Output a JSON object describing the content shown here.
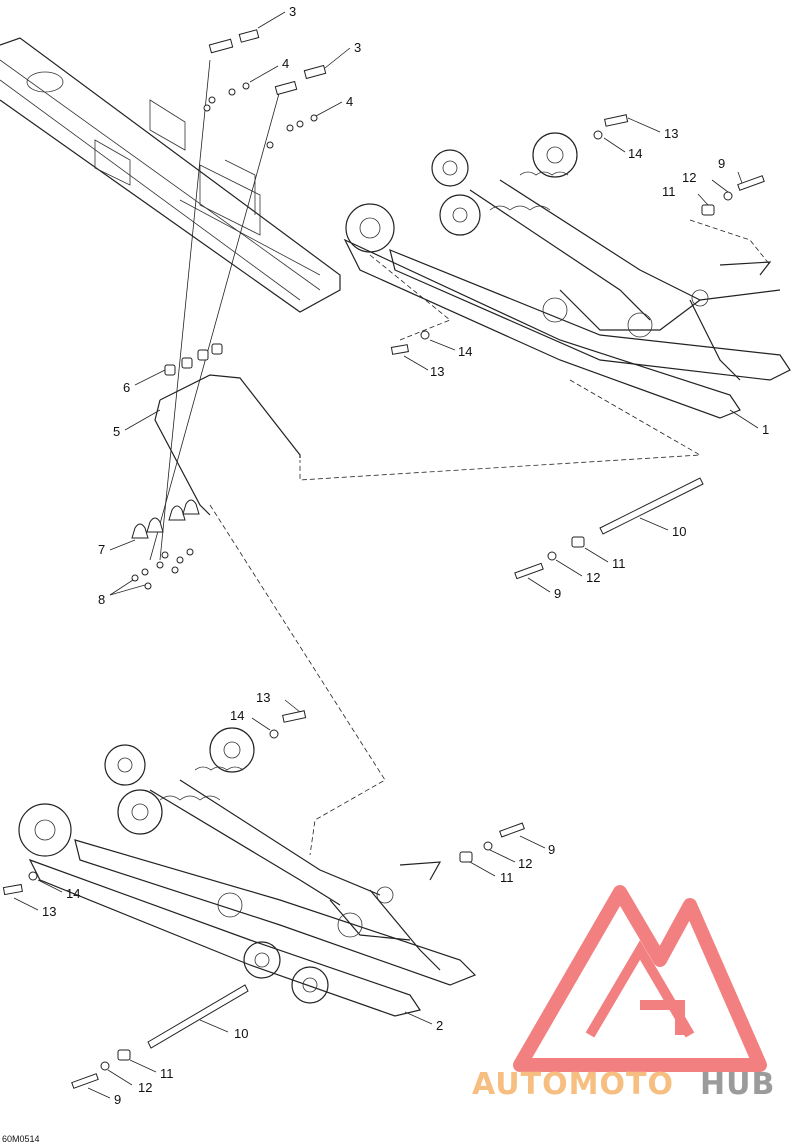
{
  "diagram_code": "60M0514",
  "callouts": [
    {
      "id": "c3a",
      "label": "3"
    },
    {
      "id": "c3b",
      "label": "3"
    },
    {
      "id": "c4a",
      "label": "4"
    },
    {
      "id": "c4b",
      "label": "4"
    },
    {
      "id": "c13a",
      "label": "13"
    },
    {
      "id": "c14a",
      "label": "14"
    },
    {
      "id": "c9a",
      "label": "9"
    },
    {
      "id": "c12a",
      "label": "12"
    },
    {
      "id": "c11a",
      "label": "11"
    },
    {
      "id": "c14b",
      "label": "14"
    },
    {
      "id": "c13b",
      "label": "13"
    },
    {
      "id": "c6",
      "label": "6"
    },
    {
      "id": "c5",
      "label": "5"
    },
    {
      "id": "c1",
      "label": "1"
    },
    {
      "id": "c10a",
      "label": "10"
    },
    {
      "id": "c11b",
      "label": "11"
    },
    {
      "id": "c12b",
      "label": "12"
    },
    {
      "id": "c9b",
      "label": "9"
    },
    {
      "id": "c7",
      "label": "7"
    },
    {
      "id": "c8",
      "label": "8"
    },
    {
      "id": "c13c",
      "label": "13"
    },
    {
      "id": "c14c",
      "label": "14"
    },
    {
      "id": "c9c",
      "label": "9"
    },
    {
      "id": "c12c",
      "label": "12"
    },
    {
      "id": "c11c",
      "label": "11"
    },
    {
      "id": "c14d",
      "label": "14"
    },
    {
      "id": "c13d",
      "label": "13"
    },
    {
      "id": "c2",
      "label": "2"
    },
    {
      "id": "c10b",
      "label": "10"
    },
    {
      "id": "c11d",
      "label": "11"
    },
    {
      "id": "c12d",
      "label": "12"
    },
    {
      "id": "c9d",
      "label": "9"
    }
  ],
  "watermark": {
    "part1": "AUTOMOTO",
    "part2": "HUB",
    "color_primary": "#f26b6b",
    "color_secondary": "#f5b36b",
    "color_dark": "#8a8a8a"
  }
}
